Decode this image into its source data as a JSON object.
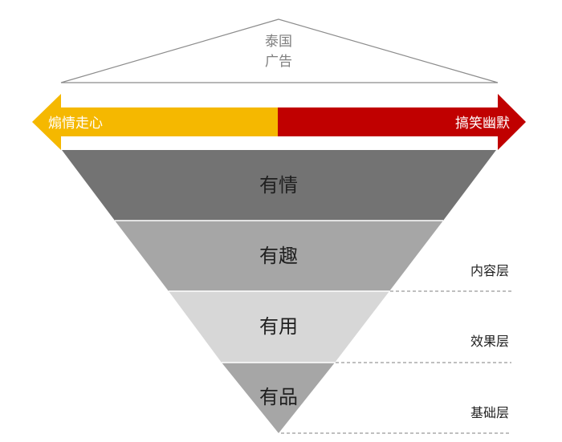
{
  "header": {
    "line1": "泰国",
    "line2": "广告"
  },
  "arrow": {
    "left_label": "煽情走心",
    "right_label": "搞笑幽默",
    "left_color": "#f5b800",
    "right_color": "#c00000"
  },
  "funnel": {
    "levels": [
      {
        "label": "有情",
        "color": "#737373"
      },
      {
        "label": "有趣",
        "color": "#a6a6a6"
      },
      {
        "label": "有用",
        "color": "#d7d7d7"
      },
      {
        "label": "有品",
        "color": "#a6a6a6"
      }
    ]
  },
  "layers": {
    "content": "内容层",
    "effect": "效果层",
    "base": "基础层"
  },
  "colors": {
    "roof_line": "#8c8c8c",
    "header_text": "#7f7f7f",
    "funnel_text": "#1f1f1f",
    "dashed_line": "#7f7f7f"
  }
}
